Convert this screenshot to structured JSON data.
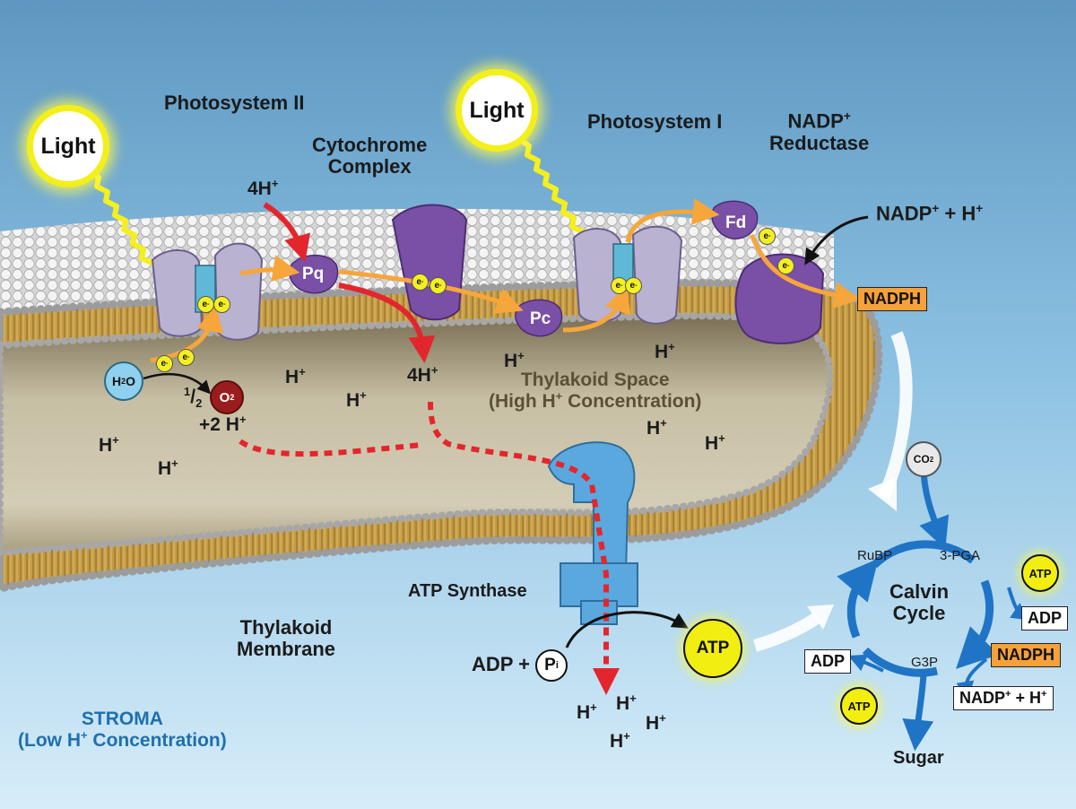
{
  "labels": {
    "light_1": "Light",
    "light_2": "Light",
    "photosystem_ii": "Photosystem II",
    "photosystem_i": "Photosystem I",
    "cytochrome_line1": "Cytochrome",
    "cytochrome_line2": "Complex",
    "nadp_reductase_line1": "NADP",
    "nadp_reductase_sup": "+",
    "nadp_reductase_line2": "Reductase",
    "four_h_top": "4H",
    "four_h_bottom": "4H",
    "plus": "+",
    "pq": "Pq",
    "pc": "Pc",
    "fd": "Fd",
    "electron": "e",
    "minus": "-",
    "h2o_h": "H",
    "h2o_2": "2",
    "h2o_o": "O",
    "o2_o": "O",
    "o2_2": "2",
    "half_num": "1",
    "half_den": "2",
    "plus_two_h": "+2 H",
    "h_ion": "H",
    "thylakoid_space_line1": "Thylakoid Space",
    "thylakoid_space_line2_a": "(High H",
    "thylakoid_space_line2_b": " Concentration)",
    "atp_synthase": "ATP Synthase",
    "adp_plus": "ADP +",
    "pi_p": "P",
    "pi_i": "i",
    "atp": "ATP",
    "thylakoid_membrane_line1": "Thylakoid",
    "thylakoid_membrane_line2": "Membrane",
    "stroma_line1": "STROMA",
    "stroma_line2_a": "(Low H",
    "stroma_line2_b": " Concentration)",
    "nadp_h_line_a": "NADP",
    "nadp_h_line_b": " + H",
    "nadph": "NADPH",
    "co2_c": "CO",
    "co2_2": "2",
    "calvin_line1": "Calvin",
    "calvin_line2": "Cycle",
    "rubp": "RuBP",
    "pga": "3-PGA",
    "g3p": "G3P",
    "adp": "ADP",
    "nadp_h_box_a": "NADP",
    "nadp_h_box_b": " + H",
    "sugar": "Sugar"
  },
  "colors": {
    "background_top": "#5f98c2",
    "background_bottom": "#d5ecf9",
    "membrane_gold": "#c8a24e",
    "lumen": "#bdb49a",
    "protein_purple": "#7a4fa6",
    "photosystem_lilac": "#b9b2d0",
    "atp_synthase_blue": "#5aa8de",
    "electron_arrow": "#f6a63a",
    "proton_arrow": "#e3262d",
    "calvin_blue": "#1f74c6",
    "light_yellow": "#f3ef1b",
    "stroma_text": "#1f6fae"
  },
  "icons": {
    "light_source": "sun-circle-icon",
    "light_ray": "zigzag-ray-icon",
    "electron": "electron-dot-icon"
  }
}
